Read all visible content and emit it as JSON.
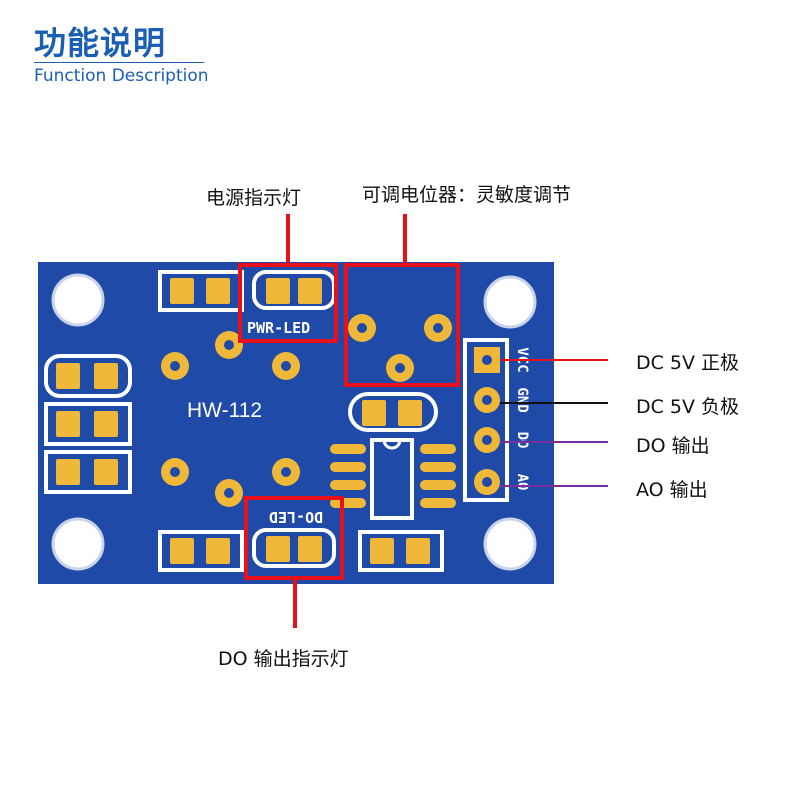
{
  "header": {
    "title": "功能说明",
    "subtitle": "Function Description"
  },
  "board": {
    "model": "HW-112",
    "pwr_led_silk": "PWR-LED",
    "do_led_silk": "DO-LED",
    "pin_silk": [
      "VCC",
      "GND",
      "DO",
      "AO"
    ],
    "color": "#1f4aa8"
  },
  "callouts": {
    "power_indicator": "电源指示灯",
    "potentiometer": "可调电位器：灵敏度调节",
    "vcc": "DC 5V 正极",
    "gnd": "DC 5V 负极",
    "do_out": "DO 输出",
    "ao_out": "AO 输出",
    "do_indicator": "DO 输出指示灯"
  },
  "colors": {
    "highlight": "#e8101a",
    "vcc_line": "#e8101a",
    "gnd_line": "#111111",
    "signal_line": "#7a2fa0",
    "pad_gold": "#f0b838",
    "title_blue": "#1a5fb4"
  }
}
